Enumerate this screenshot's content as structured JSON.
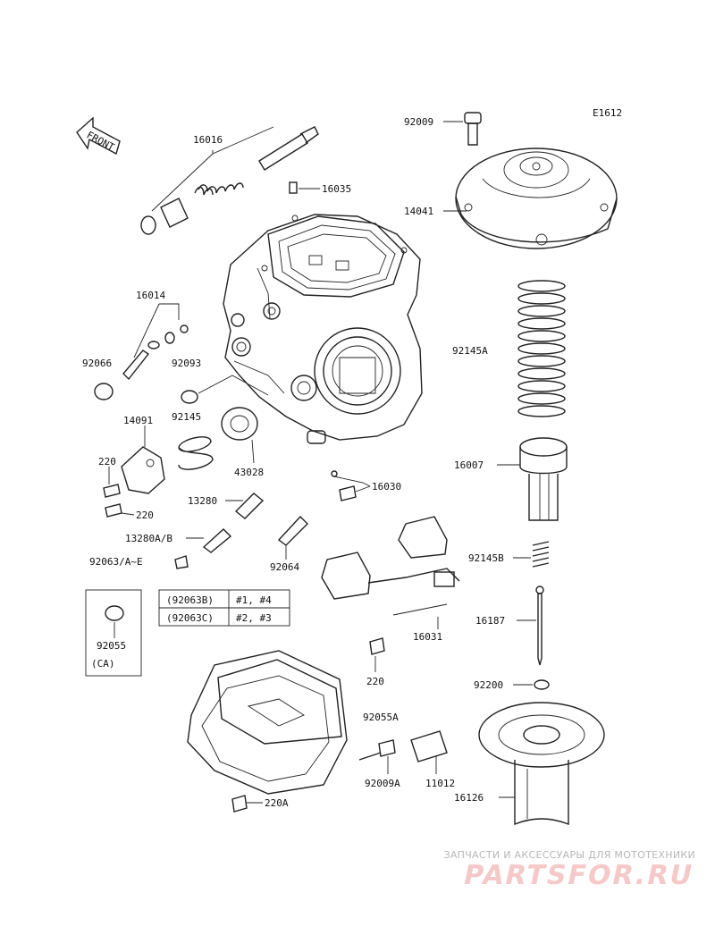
{
  "diagram_code": "E1612",
  "front_label": "FRONT",
  "callouts": {
    "p16016": "16016",
    "p16035": "16035",
    "p92009": "92009",
    "p14041": "14041",
    "p16014": "16014",
    "p92066": "92066",
    "p92093": "92093",
    "p92145A": "92145A",
    "p14091": "14091",
    "p92145": "92145",
    "p220a": "220",
    "p220b": "220",
    "p43028": "43028",
    "p16007": "16007",
    "p13280": "13280",
    "p16030": "16030",
    "p13280AB": "13280A/B",
    "p92063": "92063/A~E",
    "p92064": "92064",
    "p92145B": "92145B",
    "p16187": "16187",
    "p16031": "16031",
    "p220c": "220",
    "p92200": "92200",
    "p92055A": "92055A",
    "p92009A": "92009A",
    "p11012": "11012",
    "p16126": "16126",
    "p220A": "220A"
  },
  "variant_table": {
    "rows": [
      {
        "code": "(92063B)",
        "cyl": "#1, #4"
      },
      {
        "code": "(92063C)",
        "cyl": "#2, #3"
      }
    ]
  },
  "inset": {
    "part": "92055",
    "note": "(CA)"
  },
  "watermark": {
    "line1": "ЗАПЧАСТИ И АКСЕССУАРЫ ДЛЯ МОТОТЕХНИКИ",
    "logo": "PARTSFOR.RU"
  }
}
